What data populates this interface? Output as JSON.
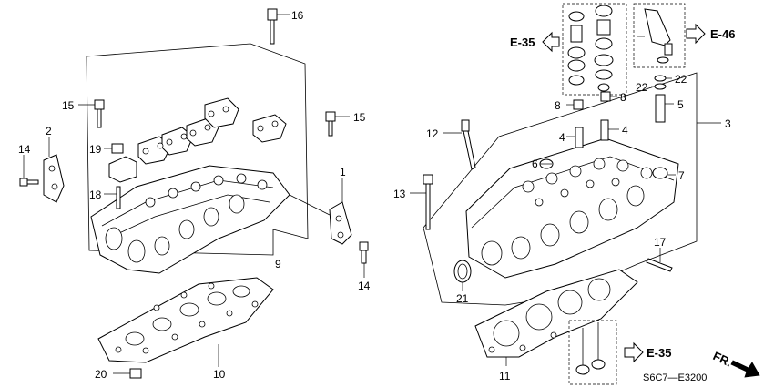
{
  "diagram": {
    "code": "S6C7—E3200",
    "callouts": {
      "c1": "1",
      "c2": "2",
      "c3": "3",
      "c4a": "4",
      "c4b": "4",
      "c5": "5",
      "c6": "6",
      "c7": "7",
      "c8a": "8",
      "c8b": "8",
      "c9": "9",
      "c10": "10",
      "c11": "11",
      "c12": "12",
      "c13": "13",
      "c14a": "14",
      "c14b": "14",
      "c15a": "15",
      "c15b": "15",
      "c16": "16",
      "c17": "17",
      "c18": "18",
      "c19": "19",
      "c20": "20",
      "c21": "21",
      "c22a": "22",
      "c22b": "22"
    },
    "refs": {
      "e35_top": "E-35",
      "e46": "E-46",
      "e35_bottom": "E-35",
      "fr": "FR."
    }
  }
}
